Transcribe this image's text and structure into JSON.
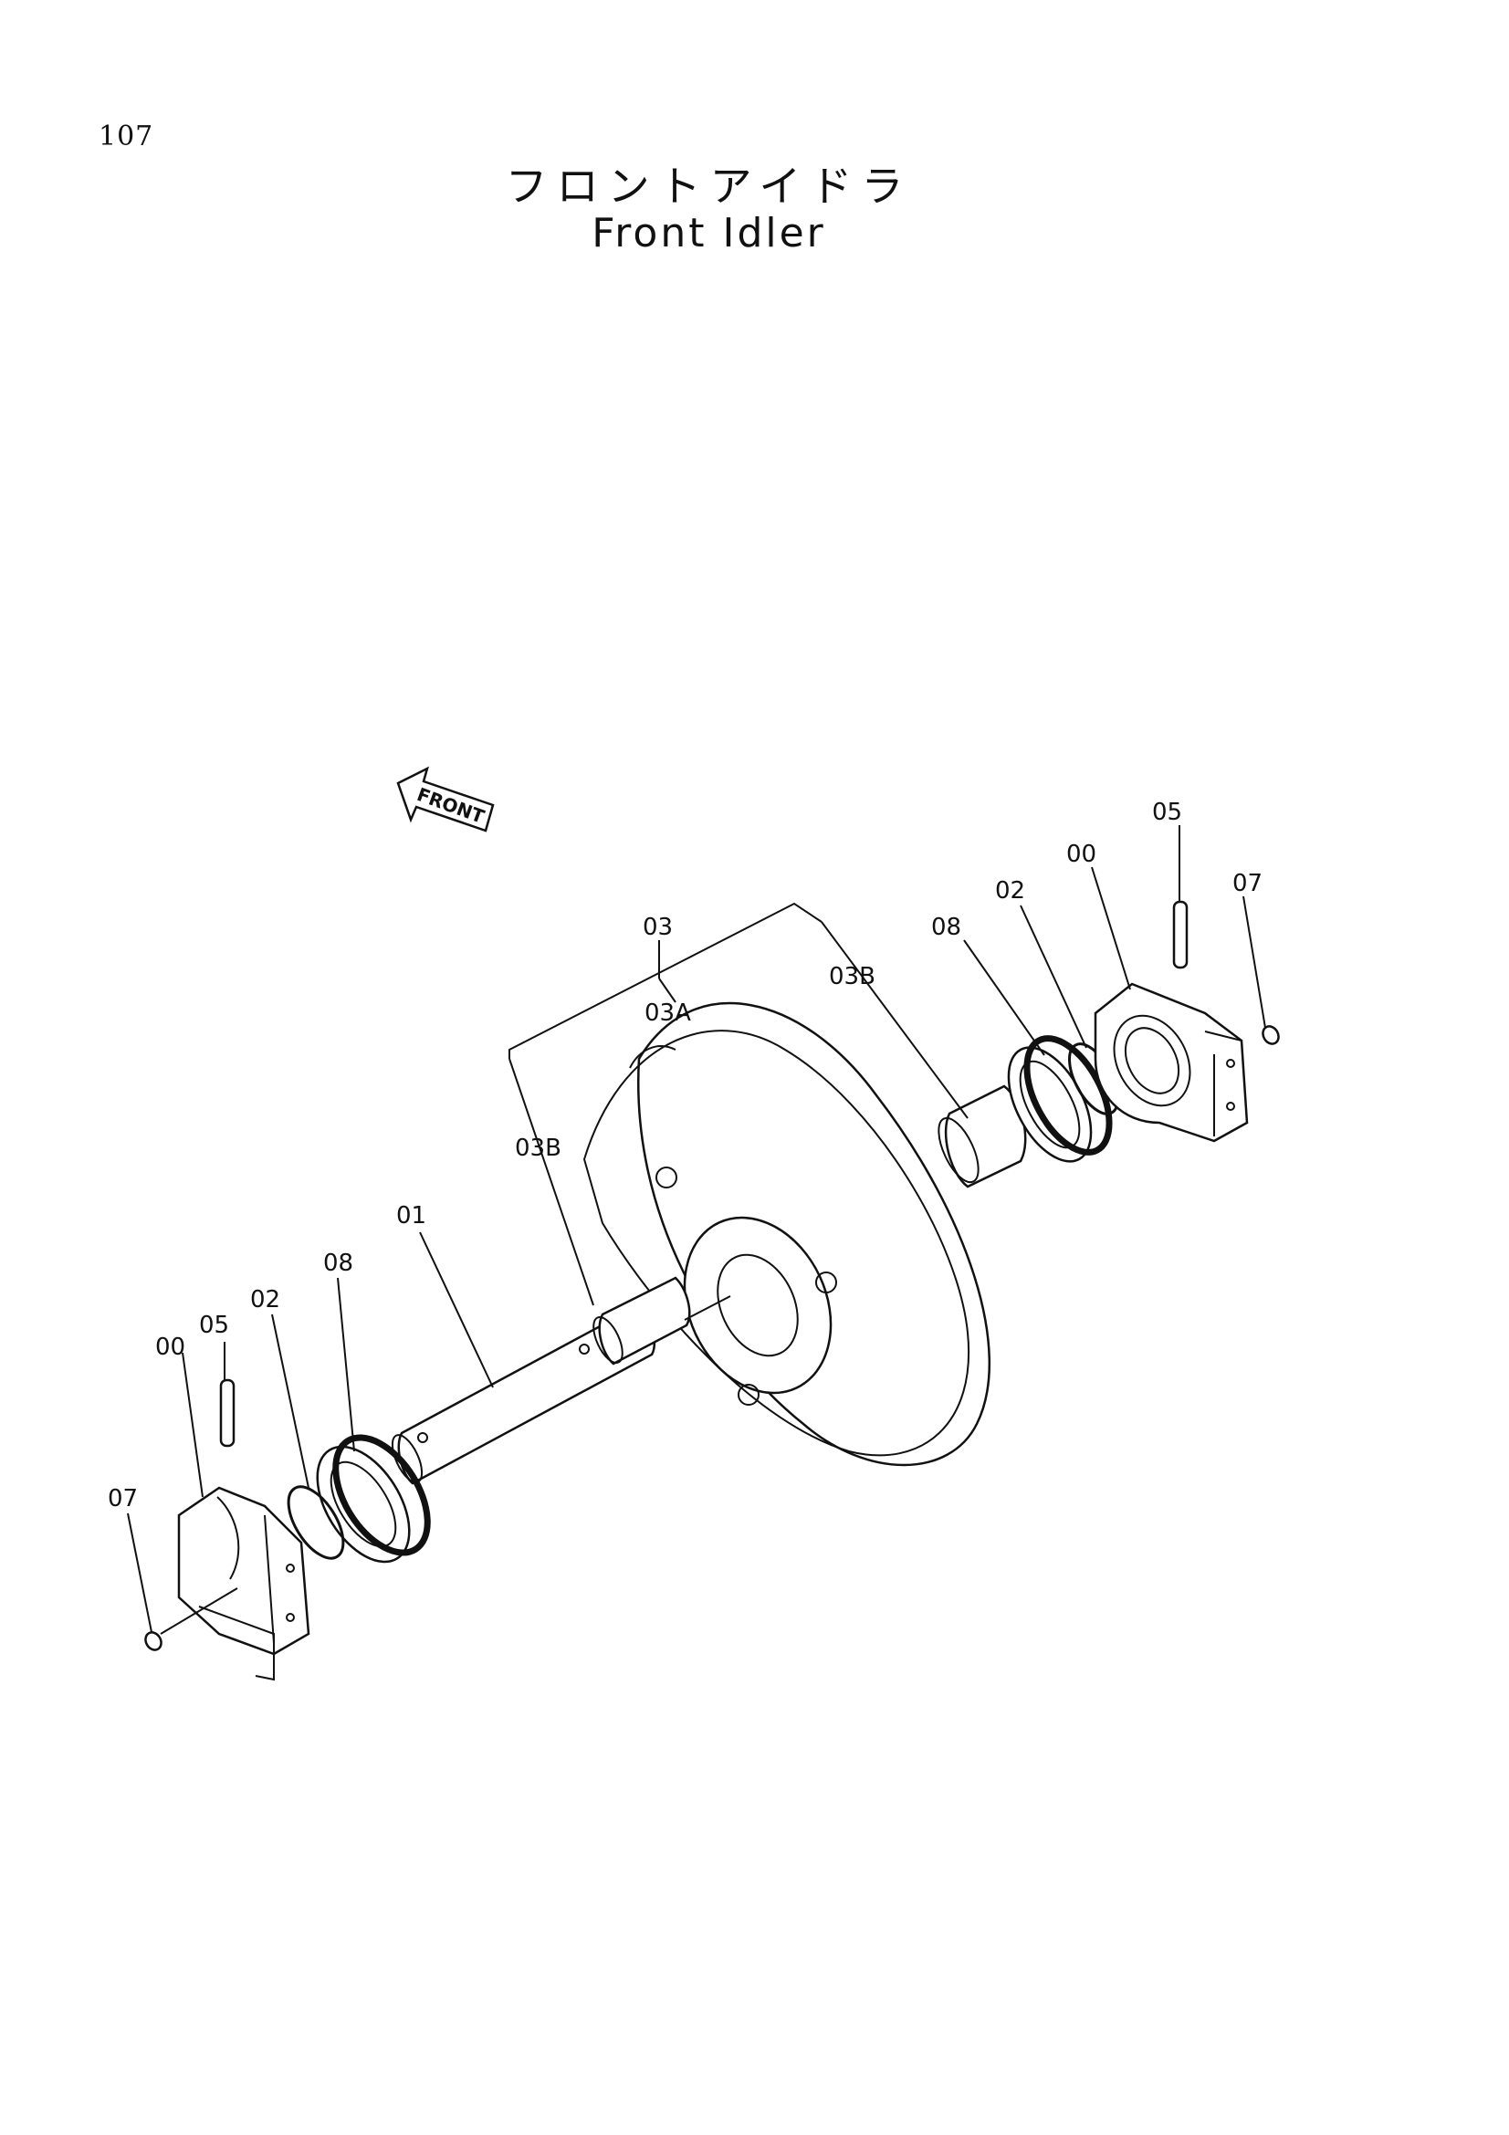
{
  "header": {
    "page_number": "107",
    "title_jp": "フロントアイドラ",
    "title_en": "Front Idler"
  },
  "diagram": {
    "front_arrow_label": "FRONT",
    "callouts": {
      "c00_right": "00",
      "c00_left": "00",
      "c01": "01",
      "c02_right": "02",
      "c02_left": "02",
      "c03": "03",
      "c03A": "03A",
      "c03B_right": "03B",
      "c03B_left": "03B",
      "c05_right": "05",
      "c05_left": "05",
      "c07_right": "07",
      "c07_left": "07",
      "c08_right": "08",
      "c08_left": "08"
    }
  }
}
